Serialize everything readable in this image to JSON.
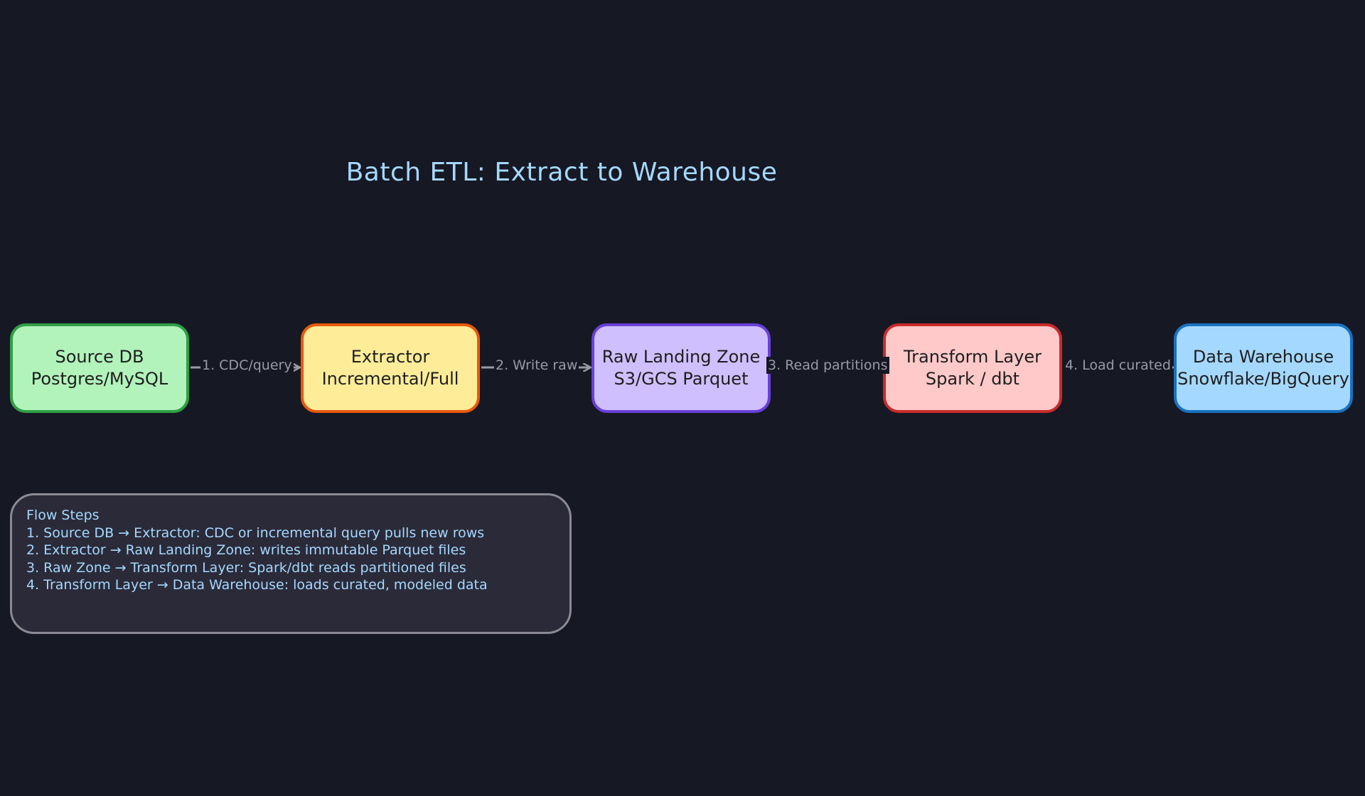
{
  "title": "Batch ETL: Extract to Warehouse",
  "nodes": [
    {
      "id": "source",
      "line1": "Source DB",
      "line2": "Postgres/MySQL"
    },
    {
      "id": "extractor",
      "line1": "Extractor",
      "line2": "Incremental/Full"
    },
    {
      "id": "raw",
      "line1": "Raw Landing Zone",
      "line2": "S3/GCS Parquet"
    },
    {
      "id": "transform",
      "line1": "Transform Layer",
      "line2": "Spark / dbt"
    },
    {
      "id": "warehouse",
      "line1": "Data Warehouse",
      "line2": "Snowflake/BigQuery"
    }
  ],
  "edges": [
    {
      "label": "1. CDC/query"
    },
    {
      "label": "2. Write raw"
    },
    {
      "label": "3. Read partitions"
    },
    {
      "label": "4. Load curated"
    }
  ],
  "notes": {
    "heading": "Flow Steps",
    "lines": [
      "1. Source DB → Extractor: CDC or incremental query pulls new rows",
      "2. Extractor → Raw Landing Zone: writes immutable Parquet files",
      "3. Raw Zone → Transform Layer: Spark/dbt reads partitioned files",
      "4. Transform Layer → Data Warehouse: loads curated, modeled data"
    ]
  },
  "colors": {
    "background": "#161824",
    "title": "#a5d8ff",
    "edge": "#9a9aa6",
    "notes_text": "#a5d8ff"
  }
}
